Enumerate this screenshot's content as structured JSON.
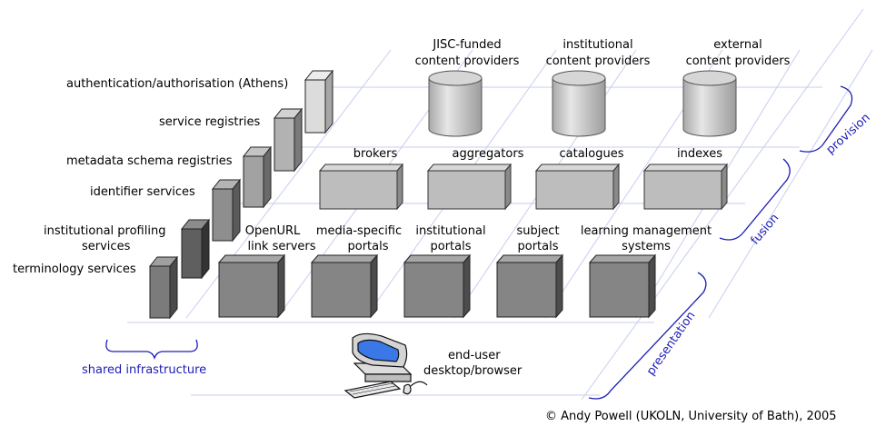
{
  "layers": {
    "provision": "provision",
    "fusion": "fusion",
    "presentation": "presentation"
  },
  "shared_infrastructure": {
    "caption": "shared infrastructure",
    "services": [
      "terminology services",
      "institutional profiling services",
      "identifier services",
      "metadata schema registries",
      "service registries",
      "authentication/authorisation (Athens)"
    ]
  },
  "provision": {
    "items": [
      "JISC-funded content providers",
      "institutional content providers",
      "external content providers"
    ]
  },
  "fusion": {
    "items": [
      "brokers",
      "aggregators",
      "catalogues",
      "indexes"
    ]
  },
  "presentation": {
    "items": [
      "OpenURL link servers",
      "media-specific portals",
      "institutional portals",
      "subject portals",
      "learning management systems"
    ]
  },
  "end_user": {
    "label": "end-user desktop/browser"
  },
  "copyright": "© Andy Powell (UKOLN, University of Bath), 2005",
  "colors": {
    "label_blue": "#1c1cb5",
    "guide_line": "#c8cdee",
    "presentation_box": "#8a8a8a",
    "fusion_box": "#bdbdbd",
    "cylinder": "#c9c9c9",
    "monitor_screen": "#3a78e8"
  }
}
